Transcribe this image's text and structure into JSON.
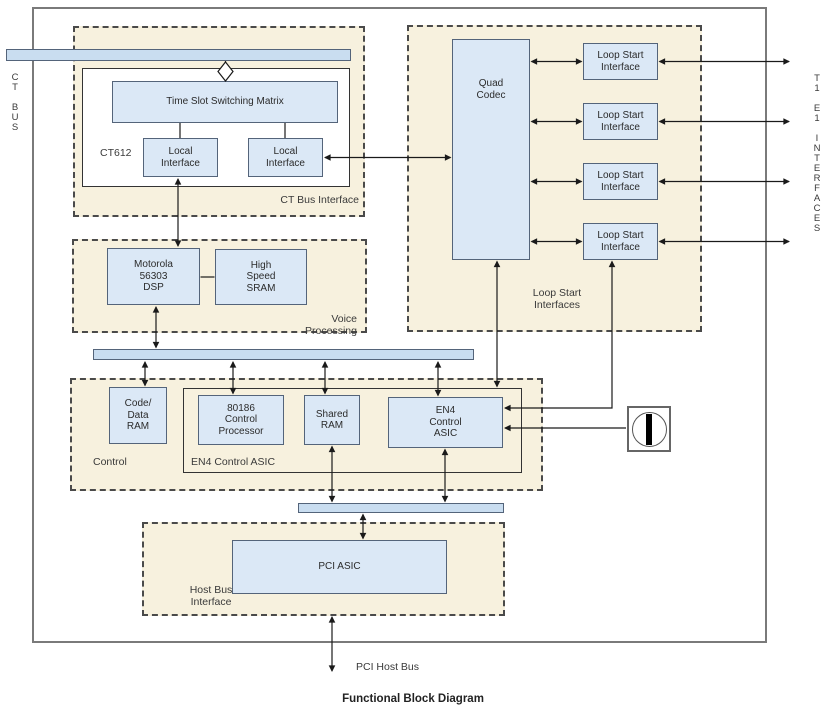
{
  "title": "Functional Block Diagram",
  "colors": {
    "section_bg": "#f7f1de",
    "block_fill": "#dbe8f6",
    "block_border": "#54647a",
    "line": "#1a1a1a",
    "frame": "#7a7a7a"
  },
  "left_bus": {
    "label": "C\nT\n\nB\nU\nS"
  },
  "right_bus": {
    "label": "T\n1\n\nE\n1\n\nI\nN\nT\nE\nR\nF\nA\nC\nE\nS"
  },
  "sections": {
    "ct_bus_interface": {
      "label": "CT Bus Interface",
      "chip_label": "CT612"
    },
    "loop_start": {
      "label": "Loop Start\nInterfaces"
    },
    "voice_processing": {
      "label": "Voice Processing"
    },
    "control": {
      "label": "Control",
      "group_label": "EN4 Control ASIC"
    },
    "host_bus": {
      "label": "Host Bus\nInterface"
    }
  },
  "blocks": {
    "matrix": "Time Slot Switching Matrix",
    "local_if_left": "Local\nInterface",
    "local_if_right": "Local\nInterface",
    "quad_codec": "Quad\nCodec",
    "loop_interfaces": [
      "Loop Start\nInterface",
      "Loop Start\nInterface",
      "Loop Start\nInterface",
      "Loop Start\nInterface"
    ],
    "dsp": "Motorola\n56303\nDSP",
    "hs_sram": "High\nSpeed\nSRAM",
    "code_data_ram": "Code/\nData\nRAM",
    "cpu": "80186\nControl\nProcessor",
    "shared_ram": "Shared\nRAM",
    "en4_asic": "EN4\nControl\nASIC",
    "pci_asic": "PCI ASIC"
  },
  "bottom": {
    "pci_host_bus_label": "PCI Host Bus"
  },
  "icons": {
    "bus_tap": "diamond-bus-tap",
    "oscillator": "oscillator-clock"
  }
}
